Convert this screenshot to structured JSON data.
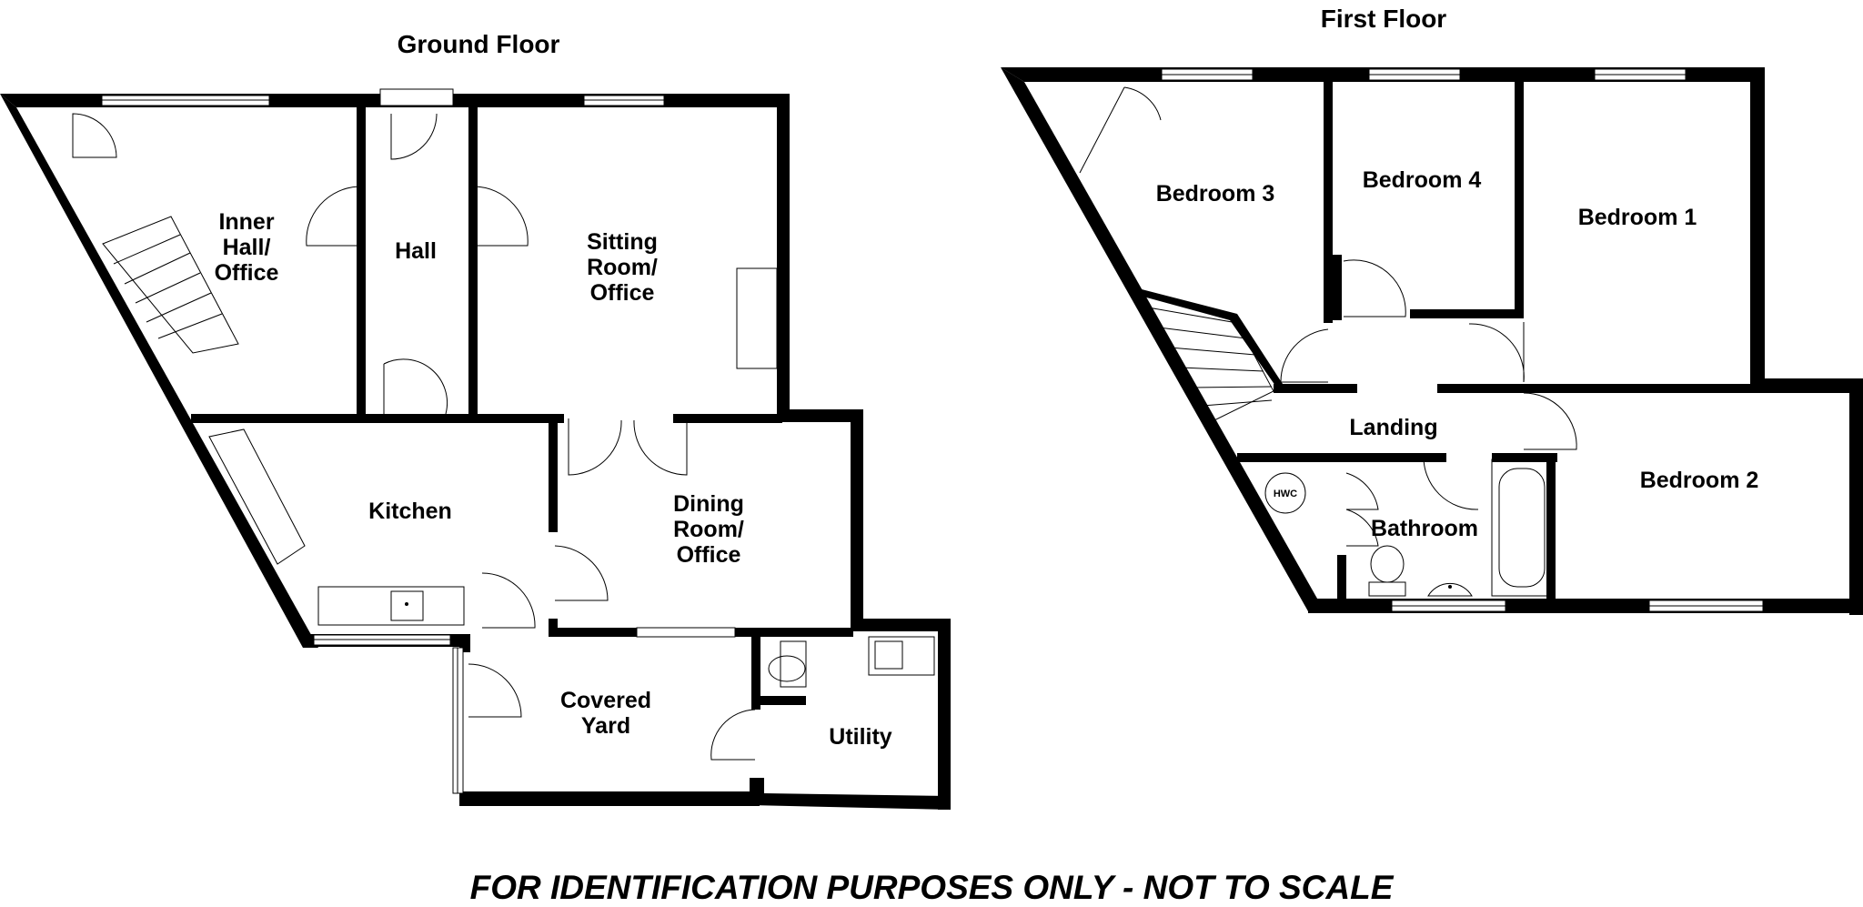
{
  "floors": {
    "ground": {
      "title": "Ground Floor",
      "rooms": {
        "inner_hall_1": "Inner",
        "inner_hall_2": "Hall/",
        "inner_hall_3": "Office",
        "hall": "Hall",
        "sitting_1": "Sitting",
        "sitting_2": "Room/",
        "sitting_3": "Office",
        "kitchen": "Kitchen",
        "dining_1": "Dining",
        "dining_2": "Room/",
        "dining_3": "Office",
        "covered_1": "Covered",
        "covered_2": "Yard",
        "utility": "Utility"
      }
    },
    "first": {
      "title": "First Floor",
      "rooms": {
        "bedroom3": "Bedroom 3",
        "bedroom4": "Bedroom 4",
        "bedroom1": "Bedroom 1",
        "landing": "Landing",
        "bedroom2": "Bedroom 2",
        "bathroom": "Bathroom",
        "hwc": "HWC"
      }
    }
  },
  "footer": "FOR IDENTIFICATION PURPOSES ONLY - NOT TO SCALE"
}
